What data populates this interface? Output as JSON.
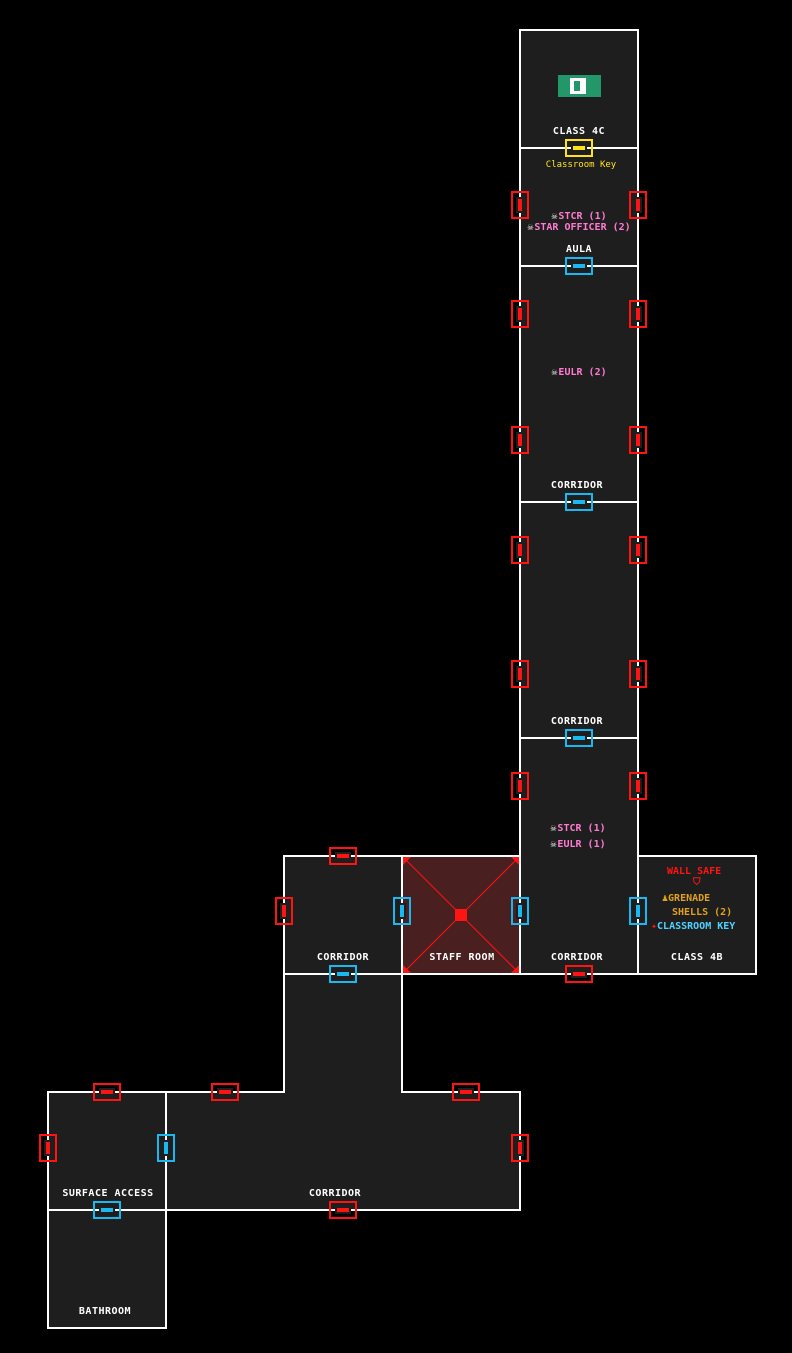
{
  "map": {
    "rooms": [
      {
        "id": "class-4c",
        "label": "CLASS 4C"
      },
      {
        "id": "aula",
        "label": "AULA"
      },
      {
        "id": "corridor-n1",
        "label": "CORRIDOR"
      },
      {
        "id": "corridor-n2",
        "label": "CORRIDOR"
      },
      {
        "id": "corridor-n3",
        "label": "CORRIDOR"
      },
      {
        "id": "staff-room",
        "label": "STAFF ROOM"
      },
      {
        "id": "corridor-w",
        "label": "CORRIDOR"
      },
      {
        "id": "class-4b",
        "label": "CLASS 4B"
      },
      {
        "id": "surface-access",
        "label": "SURFACE ACCESS"
      },
      {
        "id": "corridor-s",
        "label": "CORRIDOR"
      },
      {
        "id": "bathroom",
        "label": "BATHROOM"
      }
    ],
    "door_key_label": "Classroom Key",
    "enemies": {
      "aula": [
        {
          "name": "STCR",
          "count": "(1)"
        },
        {
          "name": "STAR OFFICER",
          "count": "(2)"
        }
      ],
      "corridor-n1": [
        {
          "name": "EULR",
          "count": "(2)"
        }
      ],
      "corridor-n3": [
        {
          "name": "STCR",
          "count": "(1)"
        },
        {
          "name": "EULR",
          "count": "(1)"
        }
      ]
    },
    "class4b_items": {
      "wall_safe": "WALL SAFE",
      "grenade": "GRENADE",
      "shells": "SHELLS (2)",
      "key": "CLASSROOM KEY"
    },
    "icons": {
      "skull": "☠",
      "safe": "⛉",
      "grenade": "♟",
      "key": "✦",
      "exit": "exit-sign"
    },
    "colors": {
      "locked_door": "#ff1414",
      "open_door": "#1ab8f0",
      "key_door": "#ffe21a",
      "enemy": "#ff7ad0",
      "item": "#e0a020",
      "key_item": "#4fd2ff",
      "safe": "#ff1414"
    }
  }
}
